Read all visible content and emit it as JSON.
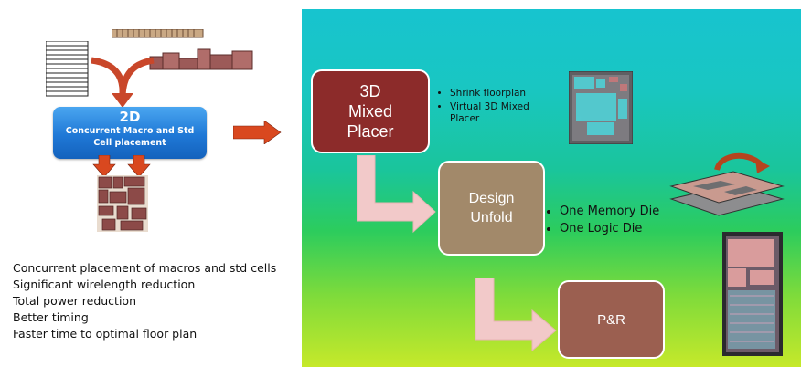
{
  "left": {
    "box_title": "2D",
    "box_subtitle_line1": "Concurrent Macro and Std",
    "box_subtitle_line2": "Cell placement",
    "bullets": [
      "Concurrent placement of macros and std cells",
      "Significant wirelength reduction",
      "Total power reduction",
      "Better timing",
      "Faster time to optimal floor plan"
    ]
  },
  "right": {
    "node_3d": [
      "3D",
      "Mixed",
      "Placer"
    ],
    "node_3d_bullets": [
      "Shrink floorplan",
      "Virtual 3D Mixed Placer"
    ],
    "node_design": [
      "Design",
      "Unfold"
    ],
    "node_design_bullets": [
      "One Memory Die",
      "One Logic Die"
    ],
    "node_pr": "P&R"
  },
  "colors": {
    "blue_box": "#1f78d6",
    "arrow_orange": "#d9481f",
    "node_3d": "#8c2b2a",
    "node_design": "#a2896a",
    "node_pr": "#9b5f50",
    "flow_arrow": "#f2c9c9"
  }
}
